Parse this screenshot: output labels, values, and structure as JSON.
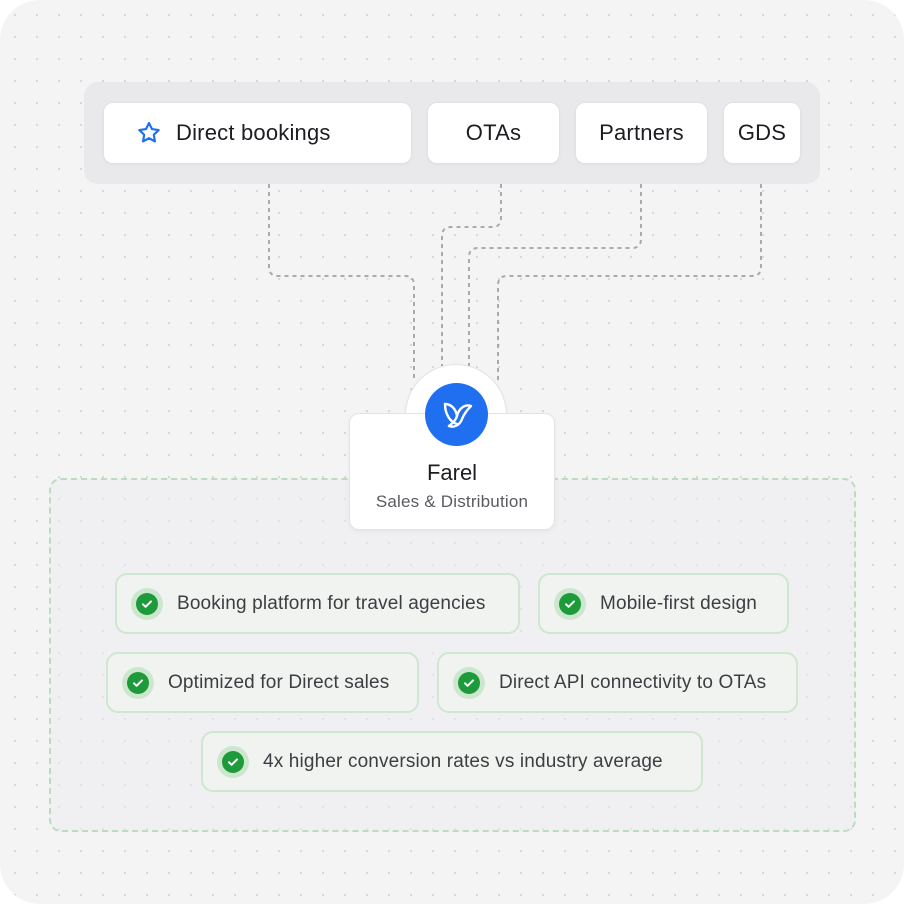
{
  "channels": {
    "direct_label": "Direct bookings",
    "otas_label": "OTAs",
    "partners_label": "Partners",
    "gds_label": "GDS"
  },
  "hub": {
    "title": "Farel",
    "subtitle": "Sales & Distribution"
  },
  "features": [
    {
      "label": "Booking platform for travel agencies"
    },
    {
      "label": "Mobile-first design"
    },
    {
      "label": "Optimized for Direct sales"
    },
    {
      "label": "Direct API connectivity to OTAs"
    },
    {
      "label": "4x higher conversion rates vs industry average"
    }
  ],
  "colors": {
    "accent_blue": "#1f6ff0",
    "check_green": "#1d9a3a",
    "zone_border": "#bcdcbf",
    "connector_gray": "#a9a9ae"
  },
  "icons": {
    "direct": "star-icon",
    "hub": "farel-bird-logo",
    "feature": "check-icon"
  }
}
